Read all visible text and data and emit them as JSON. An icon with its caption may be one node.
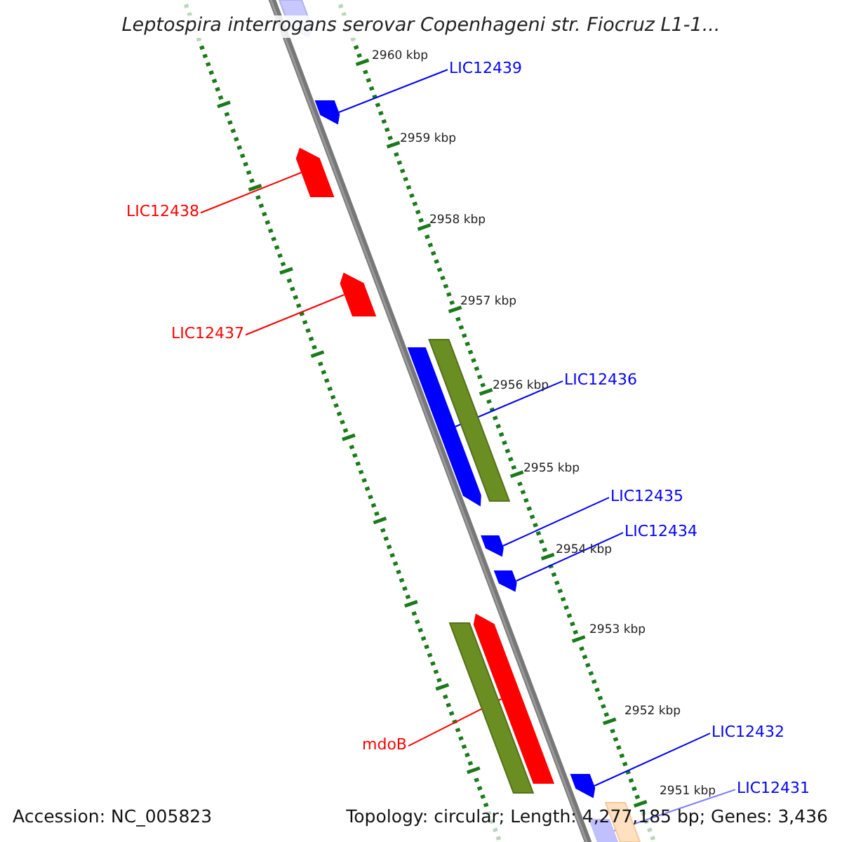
{
  "diagram": {
    "title": "Leptospira interrogans serovar Copenhageni str. Fiocruz L1-1...",
    "nodes": [
      {
        "text": [],
        "shape": "bar"
      },
      {
        "text": [
          "LIC12439"
        ]
      },
      {
        "text": [],
        "shape": "bar"
      },
      {
        "text": [
          "LIC12438"
        ]
      },
      {
        "text": [],
        "shape": "bar"
      },
      {
        "text": [
          "LIC12437"
        ]
      },
      {
        "text": [],
        "shape": "bar"
      },
      {
        "text": [],
        "shape": "bar"
      },
      {
        "text": [
          "LIC12436"
        ]
      },
      {
        "text": [],
        "shape": "bar"
      },
      {
        "text": [
          "LIC12435"
        ]
      },
      {
        "text": [],
        "shape": "bar"
      },
      {
        "text": [
          "LIC12434"
        ]
      },
      {
        "text": [],
        "shape": "bar"
      },
      {
        "text": [
          "mdoB"
        ]
      },
      {
        "text": [],
        "shape": "bar"
      },
      {
        "text": [],
        "shape": "bar"
      },
      {
        "text": [
          "LIC12432"
        ]
      },
      {
        "text": [],
        "shape": "bar"
      },
      {
        "text": [
          "LIC12431"
        ]
      },
      {
        "text": [],
        "shape": "bar"
      },
      {
        "text": [],
        "shape": "bar"
      }
    ],
    "edges": [
      {
        "from": 1,
        "to": 2,
        "arrow": "none"
      },
      {
        "from": 3,
        "to": 4,
        "arrow": "none",
        "color": "#ff0000"
      },
      {
        "from": 5,
        "to": 6,
        "arrow": "none",
        "color": "#ff0000"
      },
      {
        "from": 8,
        "to": 9,
        "arrow": "none"
      },
      {
        "from": 10,
        "to": 11,
        "arrow": "none"
      },
      {
        "from": 12,
        "to": 13,
        "arrow": "none"
      },
      {
        "from": 14,
        "to": 15,
        "arrow": "none",
        "color": "#ff0000"
      },
      {
        "from": 17,
        "to": 18,
        "arrow": "none"
      },
      {
        "from": 19,
        "to": 20,
        "arrow": "none",
        "color": "#8080ff"
      }
    ],
    "labels": [
      "2960 kbp",
      "2959 kbp",
      "2958 kbp",
      "2957 kbp",
      "2956 kbp",
      "2955 kbp",
      "2954 kbp",
      "2953 kbp",
      "2952 kbp",
      "2951 kbp",
      "Accession: NC_005823",
      "Topology: circular; Length: 4,277,185 bp; Genes: 3,436"
    ]
  }
}
